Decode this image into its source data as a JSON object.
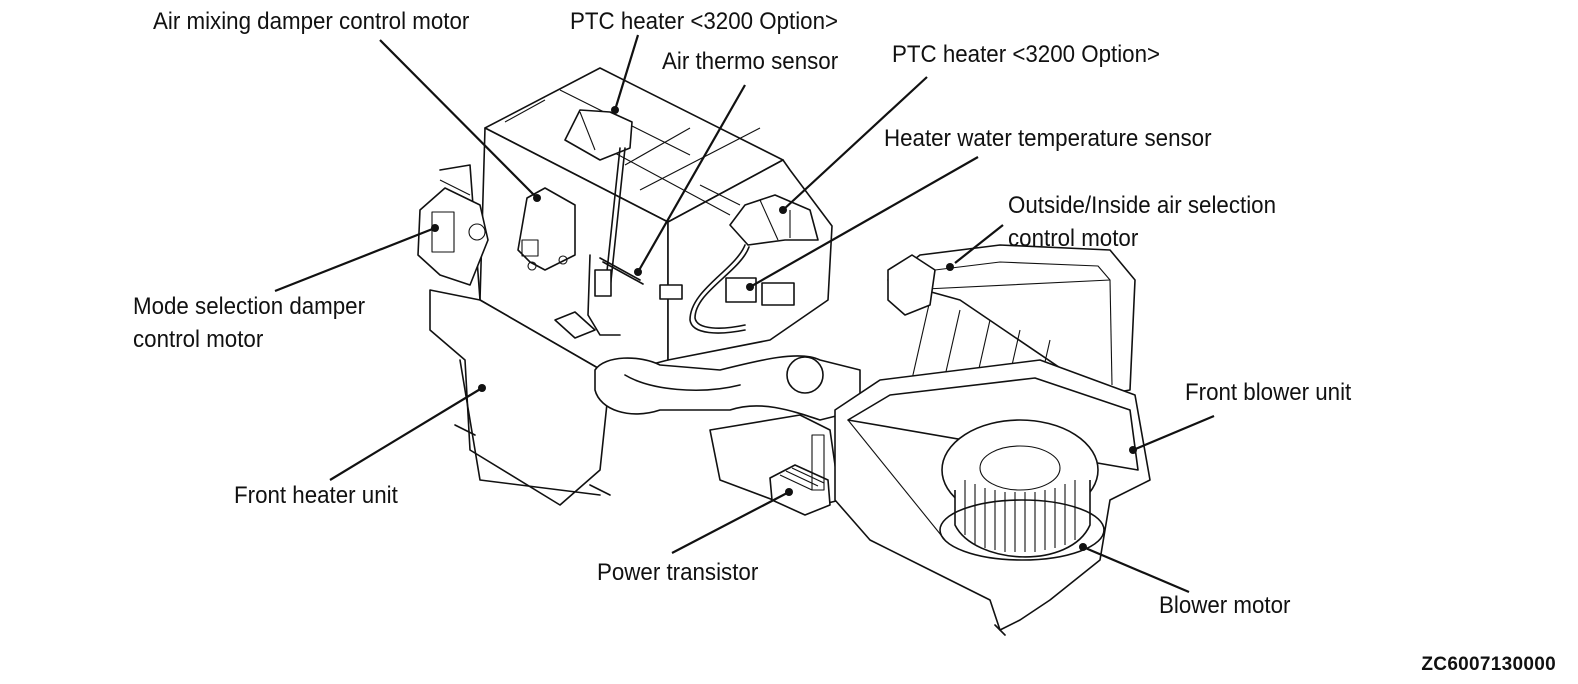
{
  "diagram": {
    "title": "Front heater unit / front blower unit component locations",
    "figure_id": "ZC6007130000",
    "labels": {
      "air_mixing_motor": "Air mixing damper control motor",
      "ptc_heater_1": "PTC heater <3200 Option>",
      "air_thermo_sensor": "Air thermo sensor",
      "ptc_heater_2": "PTC heater <3200 Option>",
      "heater_water_temp_sensor": "Heater water temperature sensor",
      "outside_inside_motor_line1": "Outside/Inside air selection",
      "outside_inside_motor_line2": "control motor",
      "mode_selection_motor_line1": "Mode selection damper",
      "mode_selection_motor_line2": "control motor",
      "front_heater_unit": "Front heater unit",
      "power_transistor": "Power transistor",
      "front_blower_unit": "Front blower unit",
      "blower_motor": "Blower motor"
    },
    "colors": {
      "ink": "#111111",
      "background": "#ffffff"
    }
  }
}
